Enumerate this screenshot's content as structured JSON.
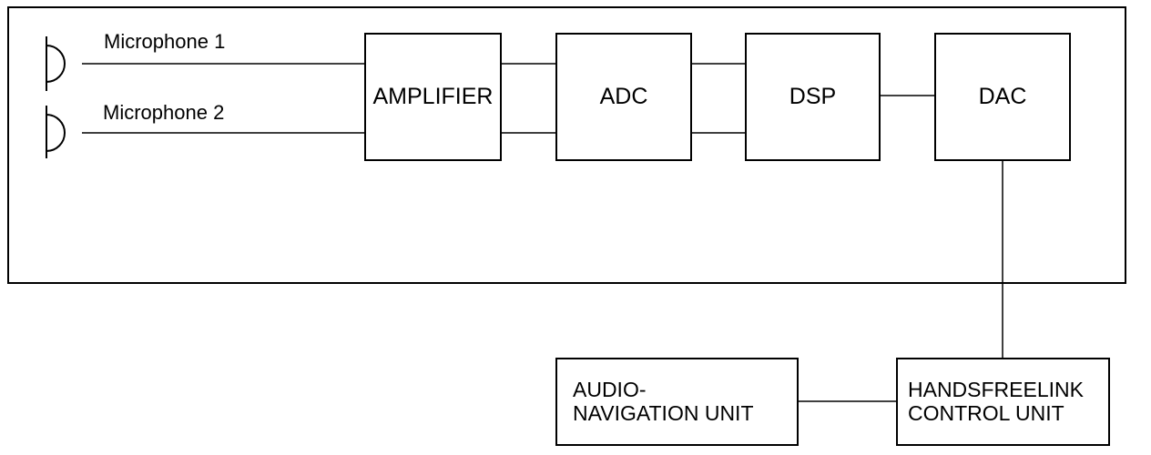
{
  "microphones": [
    {
      "label": "Microphone 1"
    },
    {
      "label": "Microphone 2"
    }
  ],
  "blocks": {
    "amplifier": "AMPLIFIER",
    "adc": "ADC",
    "dsp": "DSP",
    "dac": "DAC"
  },
  "external": {
    "audio_nav_line1": "AUDIO-",
    "audio_nav_line2": "NAVIGATION UNIT",
    "hfl_line1": "HANDSFREELINK",
    "hfl_line2": "CONTROL UNIT"
  }
}
